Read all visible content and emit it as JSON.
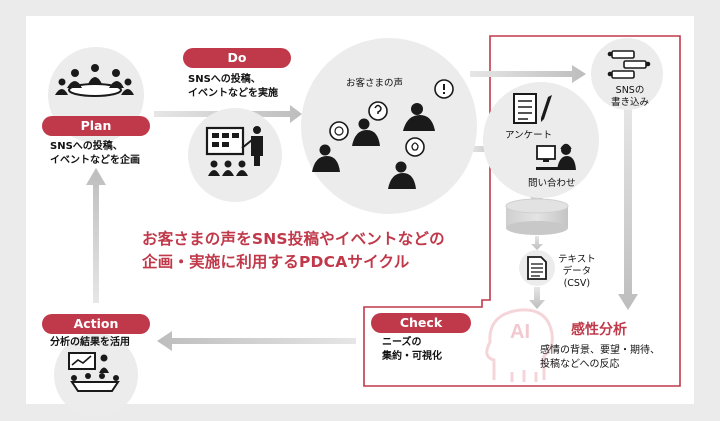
{
  "stages": {
    "plan": {
      "label": "Plan",
      "desc_line1": "SNSへの投稿、",
      "desc_line2": "イベントなどを企画"
    },
    "do": {
      "label": "Do",
      "desc_line1": "SNSへの投稿、",
      "desc_line2": "イベントなどを実施"
    },
    "check": {
      "label": "Check",
      "desc_line1": "ニーズの",
      "desc_line2": "集約・可視化"
    },
    "action": {
      "label": "Action",
      "desc": "分析の結果を活用"
    }
  },
  "voices": {
    "title": "お客さまの声"
  },
  "sns_post": {
    "line1": "SNSの",
    "line2": "書き込み"
  },
  "survey": {
    "label": "アンケート"
  },
  "inquiry": {
    "label": "問い合わせ"
  },
  "text_data": {
    "line1": "テキスト",
    "line2": "データ",
    "line3": "(CSV)"
  },
  "analysis": {
    "title": "感性分析",
    "desc_line1": "感情の背景、要望・期待、",
    "desc_line2": "投稿などへの反応",
    "ai_mark": "AI"
  },
  "headline": {
    "line1": "お客さまの声をSNS投稿やイベントなどの",
    "line2": "企画・実施に利用するPDCAサイクル"
  },
  "colors": {
    "accent": "#c0394a",
    "arrow": "#c8c8c8",
    "circle": "#ececec",
    "icon": "#1a1a1a"
  }
}
